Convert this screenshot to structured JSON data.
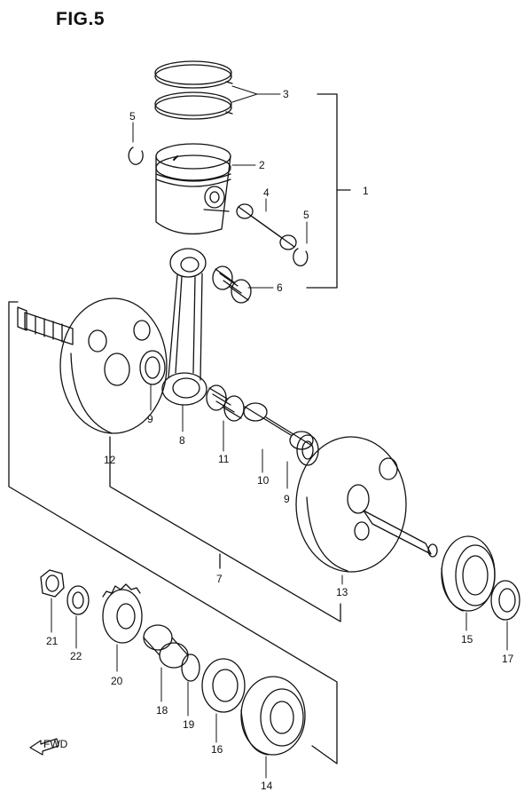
{
  "figure": {
    "title": "FIG.5",
    "fwd_label": "FWD"
  },
  "callouts": [
    {
      "id": "c1",
      "text": "1"
    },
    {
      "id": "c2",
      "text": "2"
    },
    {
      "id": "c3",
      "text": "3"
    },
    {
      "id": "c4",
      "text": "4"
    },
    {
      "id": "c5a",
      "text": "5"
    },
    {
      "id": "c5b",
      "text": "5"
    },
    {
      "id": "c6",
      "text": "6"
    },
    {
      "id": "c7",
      "text": "7"
    },
    {
      "id": "c8",
      "text": "8"
    },
    {
      "id": "c9a",
      "text": "9"
    },
    {
      "id": "c9b",
      "text": "9"
    },
    {
      "id": "c10",
      "text": "10"
    },
    {
      "id": "c11",
      "text": "11"
    },
    {
      "id": "c12",
      "text": "12"
    },
    {
      "id": "c13",
      "text": "13"
    },
    {
      "id": "c14",
      "text": "14"
    },
    {
      "id": "c15",
      "text": "15"
    },
    {
      "id": "c16",
      "text": "16"
    },
    {
      "id": "c17",
      "text": "17"
    },
    {
      "id": "c18",
      "text": "18"
    },
    {
      "id": "c19",
      "text": "19"
    },
    {
      "id": "c20",
      "text": "20"
    },
    {
      "id": "c21",
      "text": "21"
    },
    {
      "id": "c22",
      "text": "22"
    }
  ]
}
